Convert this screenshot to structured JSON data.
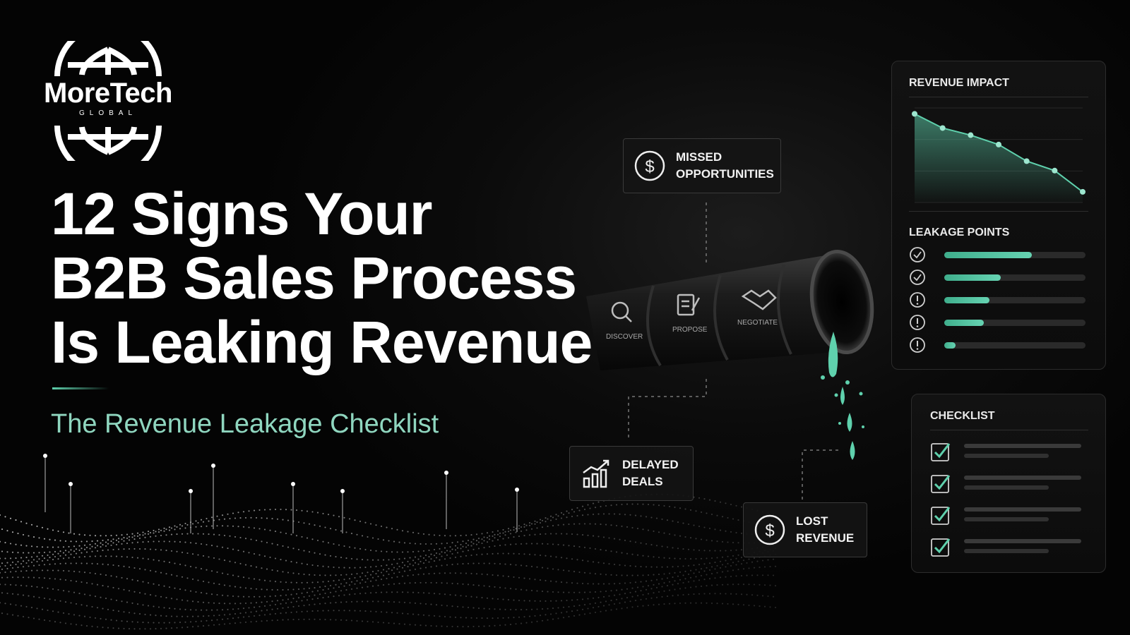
{
  "brand": {
    "name": "MoreTech",
    "tagline": "GLOBAL"
  },
  "headline": {
    "lines": [
      "12 Signs Your",
      "B2B Sales Process",
      "Is Leaking Revenue"
    ]
  },
  "subheadline": "The Revenue Leakage Checklist",
  "callouts": {
    "missed": {
      "line1": "MISSED",
      "line2": "OPPORTUNITIES",
      "icon": "dollar-icon"
    },
    "delayed": {
      "line1": "DELAYED",
      "line2": "DEALS",
      "icon": "bar-chart-icon"
    },
    "lost": {
      "line1": "LOST",
      "line2": "REVENUE",
      "icon": "dollar-icon"
    }
  },
  "pipe": {
    "stages": [
      "DISCOVER",
      "PROPOSE",
      "NEGOTIATE"
    ]
  },
  "panels": {
    "revenue_impact": {
      "title": "REVENUE IMPACT"
    },
    "leakage_points": {
      "title": "LEAKAGE POINTS"
    },
    "checklist": {
      "title": "CHECKLIST"
    }
  },
  "leakage_points": [
    {
      "status": "check",
      "level": 0.62
    },
    {
      "status": "check",
      "level": 0.4
    },
    {
      "status": "alert",
      "level": 0.32
    },
    {
      "status": "alert",
      "level": 0.28
    },
    {
      "status": "alert",
      "level": 0.08
    }
  ],
  "checklist_items": [
    {
      "checked": true
    },
    {
      "checked": true
    },
    {
      "checked": true
    },
    {
      "checked": true
    }
  ],
  "colors": {
    "accent": "#5fd1ad",
    "background": "#050505",
    "panel": "#121212"
  },
  "chart_data": {
    "type": "area",
    "x": [
      1,
      2,
      3,
      4,
      5,
      6,
      7
    ],
    "series": [
      {
        "values": [
          100,
          88,
          82,
          74,
          60,
          52,
          34
        ]
      }
    ],
    "title": "REVENUE IMPACT",
    "xlabel": "",
    "ylabel": "",
    "ylim": [
      25,
      105
    ],
    "grid": true
  }
}
